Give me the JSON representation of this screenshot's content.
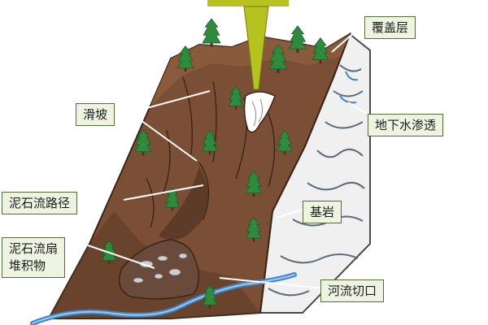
{
  "labels": {
    "overburden": "覆盖层",
    "groundwater": "地下水渗透",
    "bedrock": "基岩",
    "landslide": "滑坡",
    "debris_path": "泥石流路径",
    "debris_fan_line1": "泥石流扇",
    "debris_fan_line2": "堆积物",
    "river_cut": "河流切口"
  },
  "colors": {
    "soil": "#7a4f36",
    "soil_dark": "#5c3a26",
    "bedrock": "#f0f0f0",
    "bedrock_line": "#5d6b78",
    "river": "#3f86c9",
    "tree": "#2e8b3e",
    "beam": "#b6c21f",
    "callout_bg": "#eef3e2",
    "callout_border": "#556b3a"
  },
  "icons": [
    "pine-tree-icon",
    "light-beam-icon"
  ]
}
